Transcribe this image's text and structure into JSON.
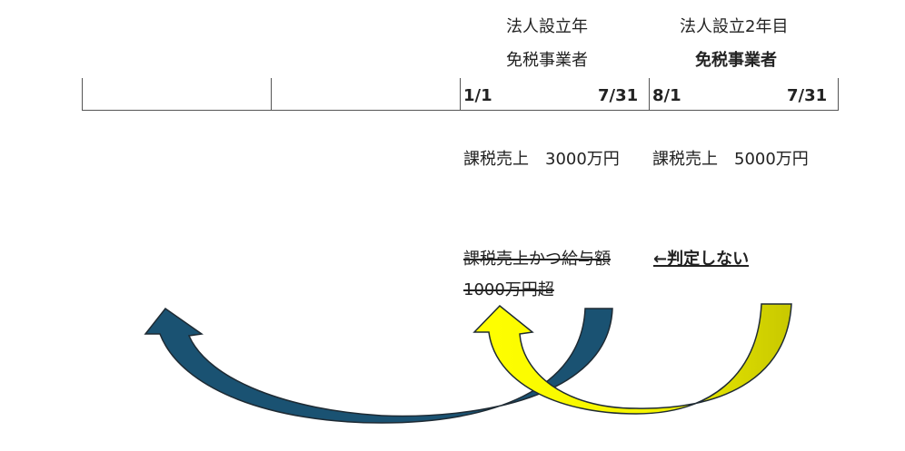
{
  "header": {
    "year1_title": "法人設立年",
    "year1_status": "免税事業者",
    "year2_title": "法人設立2年目",
    "year2_status": "免税事業者"
  },
  "timeline": {
    "p1_start": "1/1",
    "p1_end": "7/31",
    "p2_start": "8/1",
    "p2_end": "7/31"
  },
  "sales": {
    "year1": "課税売上　3000万円",
    "year2": "課税売上　5000万円"
  },
  "condition": {
    "line1": "課税売上かつ給与額",
    "line2": "1000万円超",
    "no_judgement": "←判定しない"
  },
  "colors": {
    "arrow_blue": "#1a5272",
    "arrow_yellow_bright": "#ffff00",
    "arrow_yellow_dark": "#c8c800",
    "outline": "#1e2a33"
  }
}
